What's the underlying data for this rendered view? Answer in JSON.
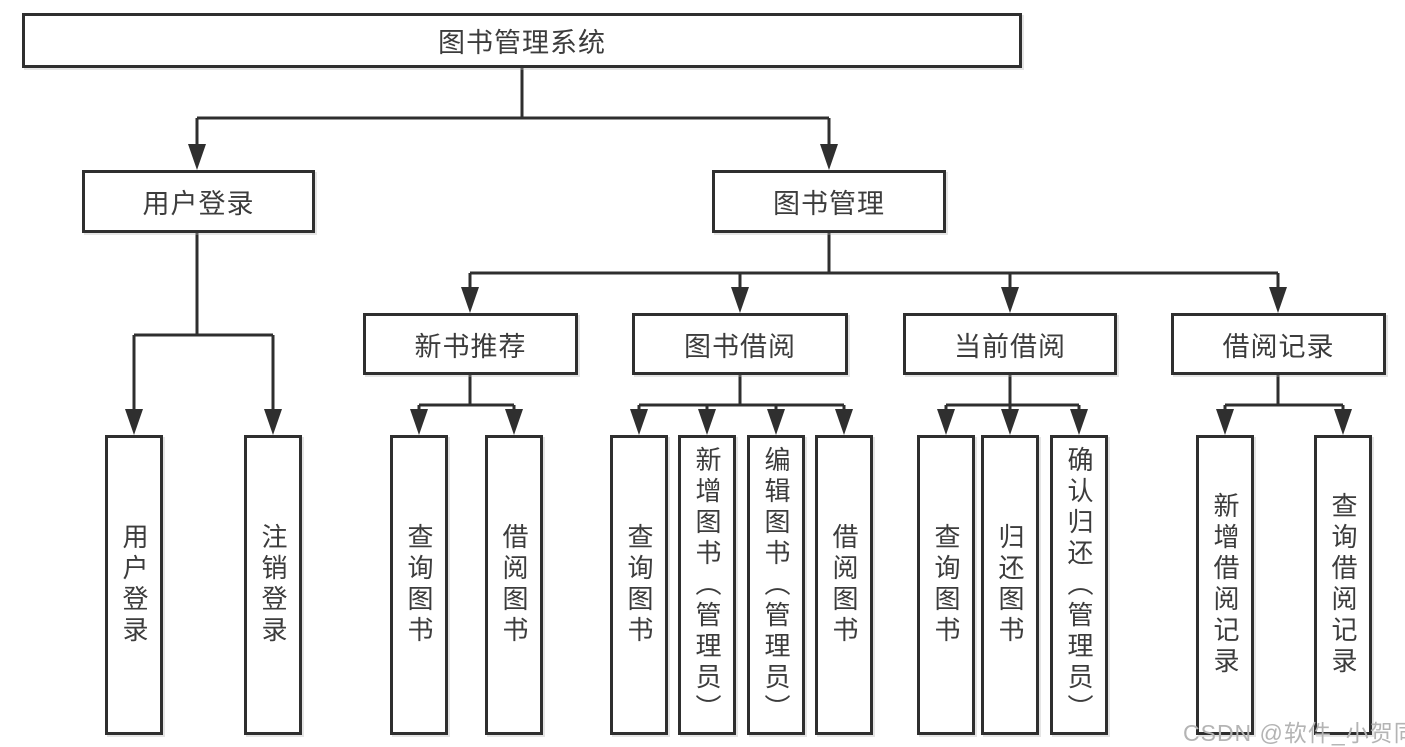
{
  "diagram": {
    "root": {
      "label": "图书管理系统"
    },
    "branches": [
      {
        "label": "用户登录",
        "children": [
          {
            "label": "用户登录"
          },
          {
            "label": "注销登录"
          }
        ]
      },
      {
        "label": "图书管理",
        "children": [
          {
            "label": "新书推荐",
            "children": [
              {
                "label": "查询图书"
              },
              {
                "label": "借阅图书"
              }
            ]
          },
          {
            "label": "图书借阅",
            "children": [
              {
                "label": "查询图书"
              },
              {
                "label": "新增图书（管理员）"
              },
              {
                "label": "编辑图书（管理员）"
              },
              {
                "label": "借阅图书"
              }
            ]
          },
          {
            "label": "当前借阅",
            "children": [
              {
                "label": "查询图书"
              },
              {
                "label": "归还图书"
              },
              {
                "label": "确认归还（管理员）"
              }
            ]
          },
          {
            "label": "借阅记录",
            "children": [
              {
                "label": "新增借阅记录"
              },
              {
                "label": "查询借阅记录"
              }
            ]
          }
        ]
      }
    ]
  },
  "watermark": "CSDN @软件_小贺同学",
  "colors": {
    "line": "#2f2f2f",
    "text": "#3c3c3c",
    "watermark": "#b4b4b4",
    "background": "#ffffff"
  }
}
